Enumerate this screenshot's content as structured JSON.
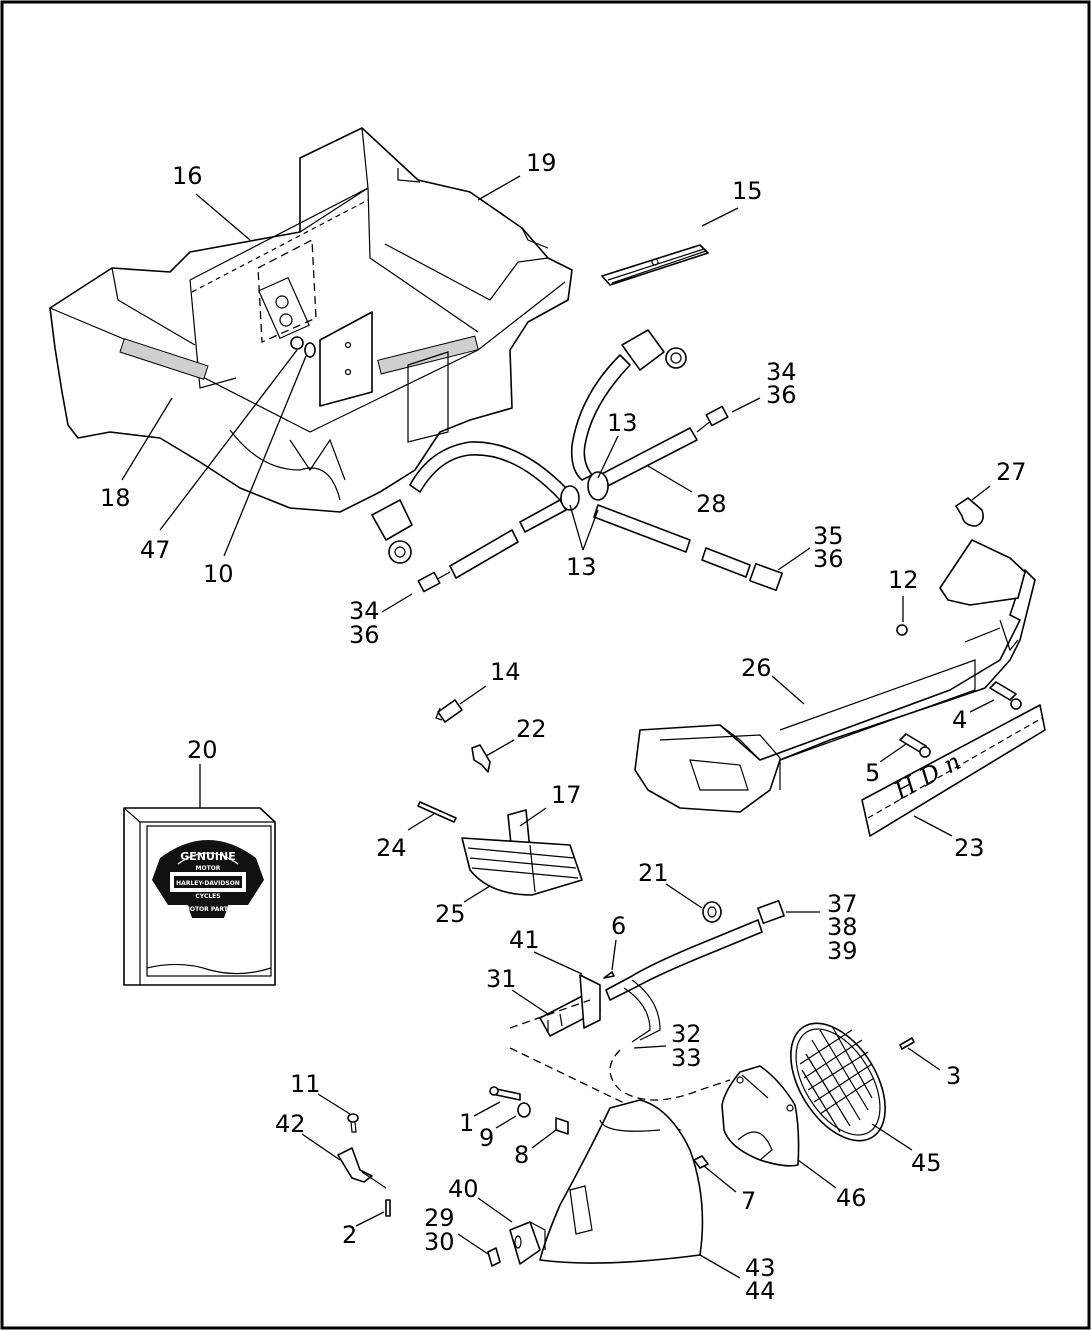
{
  "callouts": [
    {
      "id": "c16",
      "text": "16"
    },
    {
      "id": "c19",
      "text": "19"
    },
    {
      "id": "c15",
      "text": "15"
    },
    {
      "id": "c34a",
      "text": "34"
    },
    {
      "id": "c36a",
      "text": "36"
    },
    {
      "id": "c13a",
      "text": "13"
    },
    {
      "id": "c27",
      "text": "27"
    },
    {
      "id": "c28",
      "text": "28"
    },
    {
      "id": "c18",
      "text": "18"
    },
    {
      "id": "c47",
      "text": "47"
    },
    {
      "id": "c10",
      "text": "10"
    },
    {
      "id": "c13b",
      "text": "13"
    },
    {
      "id": "c35",
      "text": "35"
    },
    {
      "id": "c36b",
      "text": "36"
    },
    {
      "id": "c12",
      "text": "12"
    },
    {
      "id": "c34b",
      "text": "34"
    },
    {
      "id": "c36c",
      "text": "36"
    },
    {
      "id": "c14",
      "text": "14"
    },
    {
      "id": "c26",
      "text": "26"
    },
    {
      "id": "c4",
      "text": "4"
    },
    {
      "id": "c22",
      "text": "22"
    },
    {
      "id": "c20",
      "text": "20"
    },
    {
      "id": "c5",
      "text": "5"
    },
    {
      "id": "c17",
      "text": "17"
    },
    {
      "id": "c24",
      "text": "24"
    },
    {
      "id": "c23",
      "text": "23"
    },
    {
      "id": "c21",
      "text": "21"
    },
    {
      "id": "c25",
      "text": "25"
    },
    {
      "id": "c37",
      "text": "37"
    },
    {
      "id": "c38",
      "text": "38"
    },
    {
      "id": "c39",
      "text": "39"
    },
    {
      "id": "c6",
      "text": "6"
    },
    {
      "id": "c41",
      "text": "41"
    },
    {
      "id": "c31",
      "text": "31"
    },
    {
      "id": "c32",
      "text": "32"
    },
    {
      "id": "c33",
      "text": "33"
    },
    {
      "id": "c3",
      "text": "3"
    },
    {
      "id": "c11",
      "text": "11"
    },
    {
      "id": "c42",
      "text": "42"
    },
    {
      "id": "c1",
      "text": "1"
    },
    {
      "id": "c9",
      "text": "9"
    },
    {
      "id": "c8",
      "text": "8"
    },
    {
      "id": "c45",
      "text": "45"
    },
    {
      "id": "c7",
      "text": "7"
    },
    {
      "id": "c46",
      "text": "46"
    },
    {
      "id": "c40",
      "text": "40"
    },
    {
      "id": "c29",
      "text": "29"
    },
    {
      "id": "c30",
      "text": "30"
    },
    {
      "id": "c2",
      "text": "2"
    },
    {
      "id": "c43",
      "text": "43"
    },
    {
      "id": "c44",
      "text": "44"
    }
  ],
  "logo": {
    "top": "GENUINE",
    "motor": "MOTOR",
    "brand": "HARLEY-DAVIDSON",
    "cycles": "CYCLES",
    "bottom": "MOTOR PARTS"
  },
  "plate_text": "H  D  n"
}
